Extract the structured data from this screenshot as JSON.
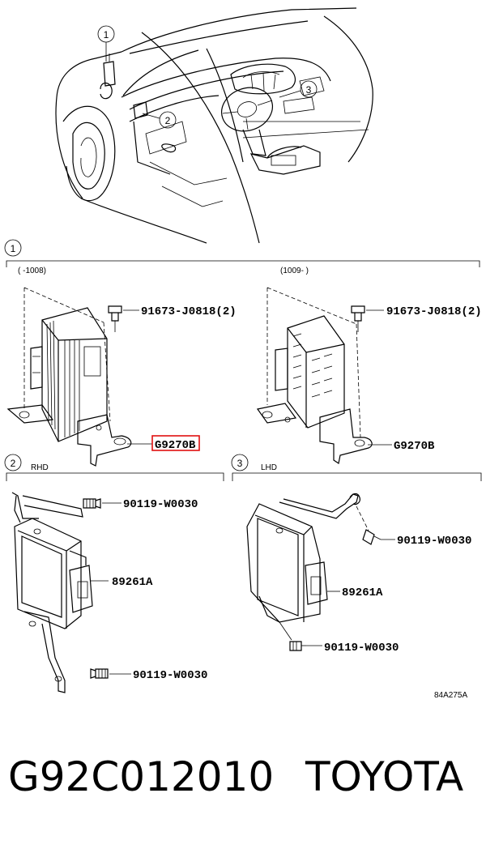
{
  "callouts": {
    "c1": "1",
    "c2": "2",
    "c3": "3"
  },
  "section1": {
    "left_range": "( -1008)",
    "right_range": "(1009- )",
    "bolt_left": "91673-J0818(2)",
    "bolt_right": "91673-J0818(2)",
    "bracket_left": "G9270B",
    "bracket_right": "G9270B",
    "highlight_color": "#e01010"
  },
  "section2": {
    "label": "RHD",
    "screw_top": "90119-W0030",
    "ecu": "89261A",
    "screw_bottom": "90119-W0030"
  },
  "section3": {
    "label": "LHD",
    "screw_top": "90119-W0030",
    "ecu": "89261A",
    "screw_bottom": "90119-W0030"
  },
  "illustration_code": "84A275A",
  "footer": {
    "part_number": "G92C012010",
    "brand": "TOYOTA"
  }
}
